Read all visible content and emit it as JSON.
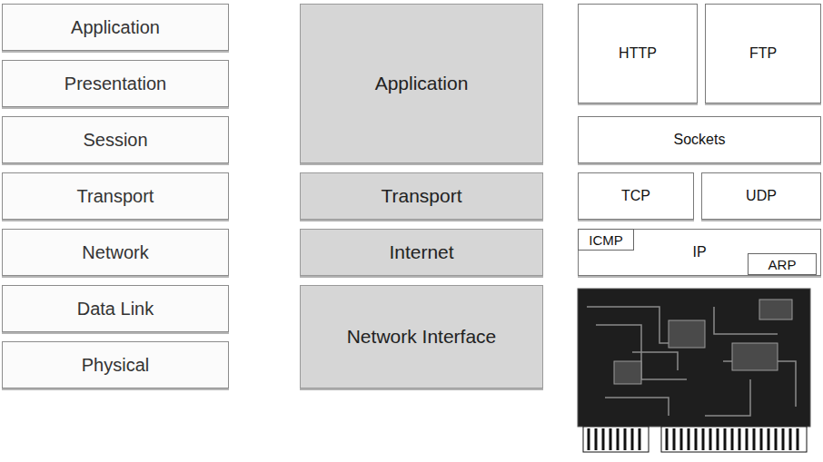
{
  "diagram": {
    "nodes": [
      {
        "text": [
          "Application"
        ]
      },
      {
        "text": [
          "Presentation"
        ]
      },
      {
        "text": [
          "Session"
        ]
      },
      {
        "text": [
          "Transport"
        ]
      },
      {
        "text": [
          "Network"
        ]
      },
      {
        "text": [
          "Data Link"
        ]
      },
      {
        "text": [
          "Physical"
        ]
      },
      {
        "text": [
          "Application"
        ]
      },
      {
        "text": [
          "Transport"
        ]
      },
      {
        "text": [
          "Internet"
        ]
      },
      {
        "text": [
          "Network Interface"
        ]
      },
      {
        "text": [
          "HTTP"
        ]
      },
      {
        "text": [
          "FTP"
        ]
      },
      {
        "text": [
          "Sockets"
        ]
      },
      {
        "text": [
          "TCP"
        ]
      },
      {
        "text": [
          "UDP"
        ]
      },
      {
        "text": [
          "IP"
        ]
      },
      {
        "text": [
          "ICMP"
        ],
        "in": 16
      },
      {
        "text": [
          "ARP"
        ],
        "in": 16
      }
    ]
  }
}
